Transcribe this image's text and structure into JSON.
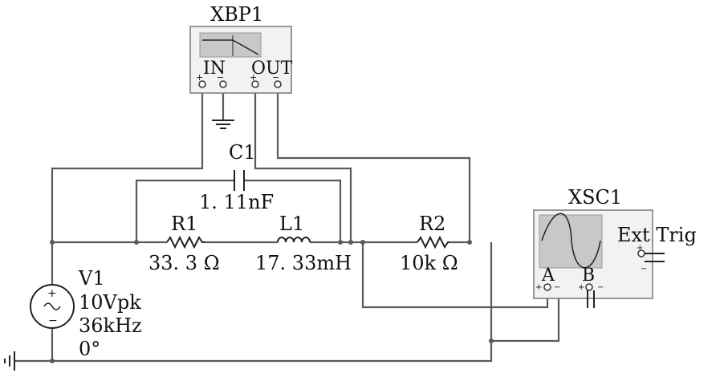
{
  "instruments": {
    "bode_plotter": {
      "name": "XBP1",
      "in_label": "IN",
      "out_label": "OUT",
      "plus": "+",
      "minus": "−"
    },
    "oscilloscope": {
      "name": "XSC1",
      "channel_a": "A",
      "channel_b": "B",
      "ext_trig": "Ext Trig",
      "plus": "+",
      "minus": "−"
    }
  },
  "components": {
    "c1": {
      "name": "C1",
      "value": "1. 11nF"
    },
    "r1": {
      "name": "R1",
      "value": "33. 3 Ω"
    },
    "l1": {
      "name": "L1",
      "value": "17. 33mH"
    },
    "r2": {
      "name": "R2",
      "value": "10k Ω"
    },
    "v1": {
      "name": "V1",
      "amplitude": "10Vpk",
      "frequency": "36kHz",
      "phase": "0°",
      "plus": "+",
      "minus": "−"
    }
  },
  "colors": {
    "wire": "#5a5a5a",
    "instrument_face": "#f2f2f2",
    "screen": "#c8c8c8"
  }
}
